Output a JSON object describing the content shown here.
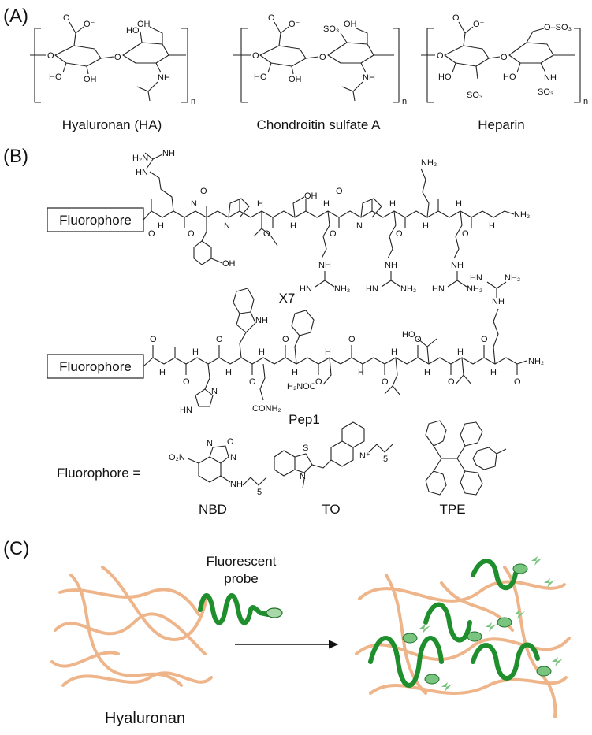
{
  "panels": {
    "a": "(A)",
    "b": "(B)",
    "c": "(C)"
  },
  "polysaccharides": {
    "ha": "Hyaluronan (HA)",
    "csa": "Chondroitin sulfate A",
    "heparin": "Heparin",
    "repeat": "n"
  },
  "peptides": {
    "fluorophore_box": "Fluorophore",
    "x7_name": "X7",
    "pep1_name": "Pep1"
  },
  "fluorophores": {
    "intro": "Fluorophore =",
    "nbd": "NBD",
    "to": "TO",
    "tpe": "TPE"
  },
  "scheme": {
    "probe_label": "Fluorescent probe",
    "probe_line1": "Fluorescent",
    "probe_line2": "probe",
    "hyaluronan": "Hyaluronan"
  },
  "atoms": {
    "O": "O",
    "OH": "OH",
    "HO": "HO",
    "NH": "NH",
    "H": "H",
    "N": "N",
    "Ominus": "O⁻",
    "SO3": "SO₃",
    "OSO3": "O–SO₃",
    "NH2": "NH₂",
    "H2N": "H₂N",
    "HN": "HN",
    "CONH2": "CONH₂",
    "H2NOC": "H₂NOC",
    "NO2": "O₂N",
    "S": "S",
    "Nplus": "N⁺",
    "five": "5"
  },
  "colors": {
    "hyaluronan": "#efb58a",
    "probe": "#1f8f2e",
    "probe_light": "#79c47e"
  }
}
